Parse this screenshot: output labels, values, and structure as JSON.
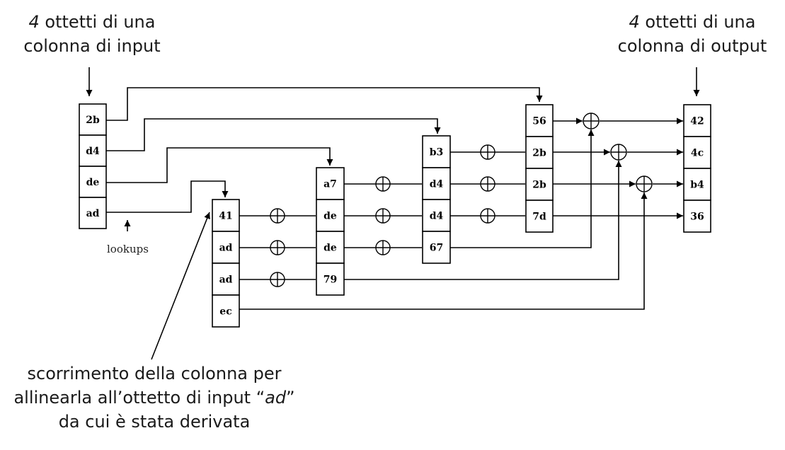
{
  "captions": {
    "input_num": "4",
    "input_rest": " ottetti di una",
    "input_line2": "colonna di input",
    "output_num": "4",
    "output_rest": " ottetti di una",
    "output_line2": "colonna di output",
    "annotation_line1": "scorrimento della colonna per",
    "annotation_line2_pre": "allinearla all’ottetto di input “",
    "annotation_line2_em": "ad",
    "annotation_line2_post": "”",
    "annotation_line3": "da cui è stata derivata"
  },
  "lookups_label": "lookups",
  "columns": {
    "input": [
      "2b",
      "d4",
      "de",
      "ad"
    ],
    "t_ad": [
      "41",
      "ad",
      "ad",
      "ec"
    ],
    "t_de": [
      "a7",
      "de",
      "de",
      "79"
    ],
    "t_d4": [
      "b3",
      "d4",
      "d4",
      "67"
    ],
    "t_2b": [
      "56",
      "2b",
      "2b",
      "7d"
    ],
    "output": [
      "42",
      "4c",
      "b4",
      "36"
    ]
  },
  "operator_symbol": "⊕"
}
